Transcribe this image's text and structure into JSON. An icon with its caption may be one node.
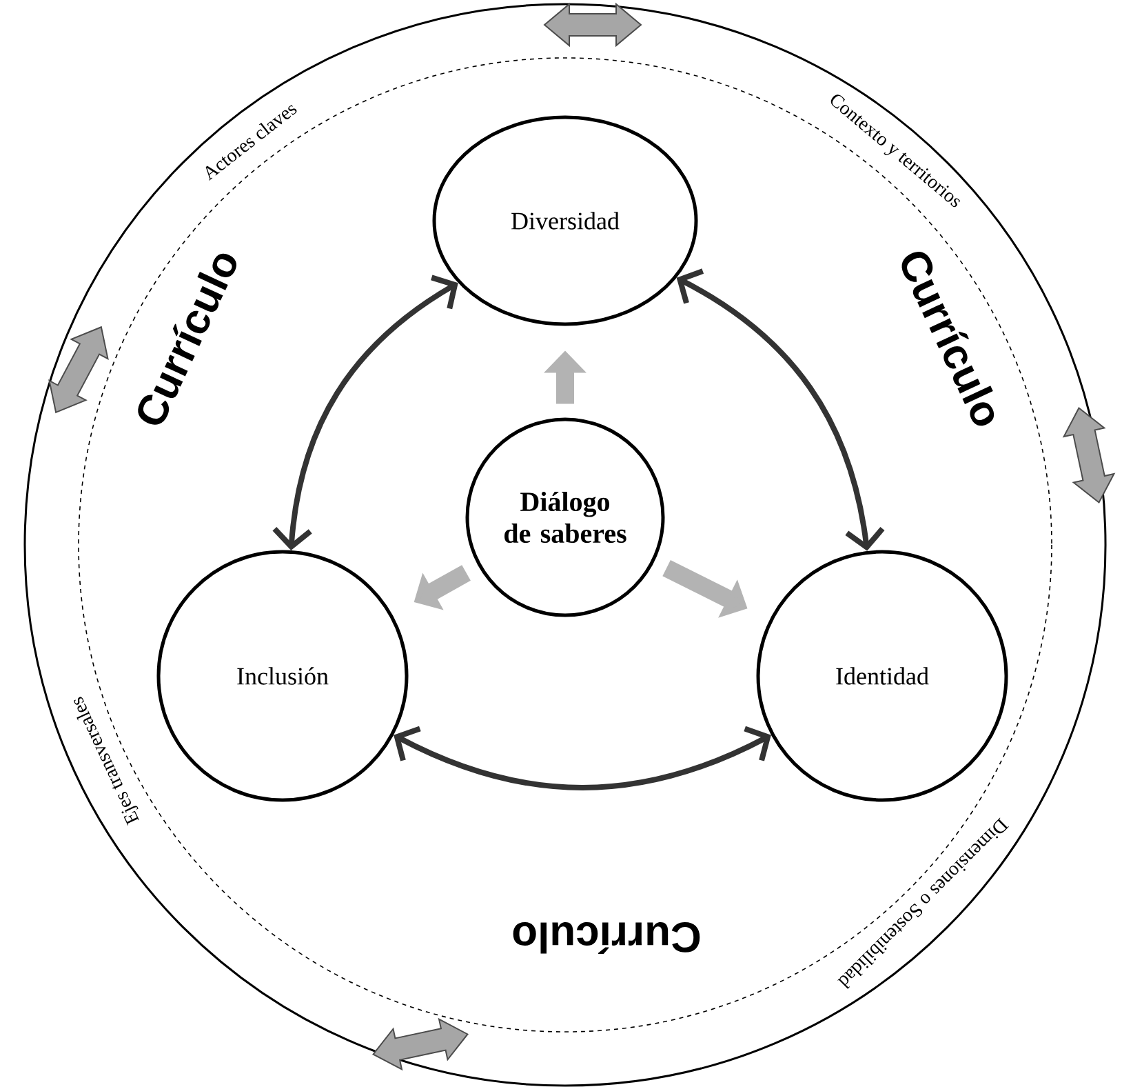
{
  "diagram": {
    "nodes": [
      {
        "text": [
          "Diversidad"
        ]
      },
      {
        "text": [
          "Diálogo de saberes"
        ]
      },
      {
        "text": [
          "Inclusión"
        ]
      },
      {
        "text": [
          "Identidad"
        ]
      }
    ],
    "edges": [
      {
        "from": 0,
        "to": 2,
        "arrow": "both"
      },
      {
        "from": 0,
        "to": 3,
        "arrow": "both"
      },
      {
        "from": 2,
        "to": 3,
        "arrow": "both"
      },
      {
        "from": 1,
        "to": 0,
        "arrow": "to",
        "style": "thick",
        "color": "#b3b3b3"
      },
      {
        "from": 1,
        "to": 2,
        "arrow": "to",
        "style": "thick",
        "color": "#b3b3b3"
      },
      {
        "from": 1,
        "to": 3,
        "arrow": "to",
        "style": "thick",
        "color": "#b3b3b3"
      }
    ],
    "labels": [
      "Actores claves",
      "Contexto y territorios",
      "Currículo",
      "Currículo",
      "Ejes transversales",
      "Dimensiones o Sostenibilidad",
      "Currículo"
    ]
  }
}
